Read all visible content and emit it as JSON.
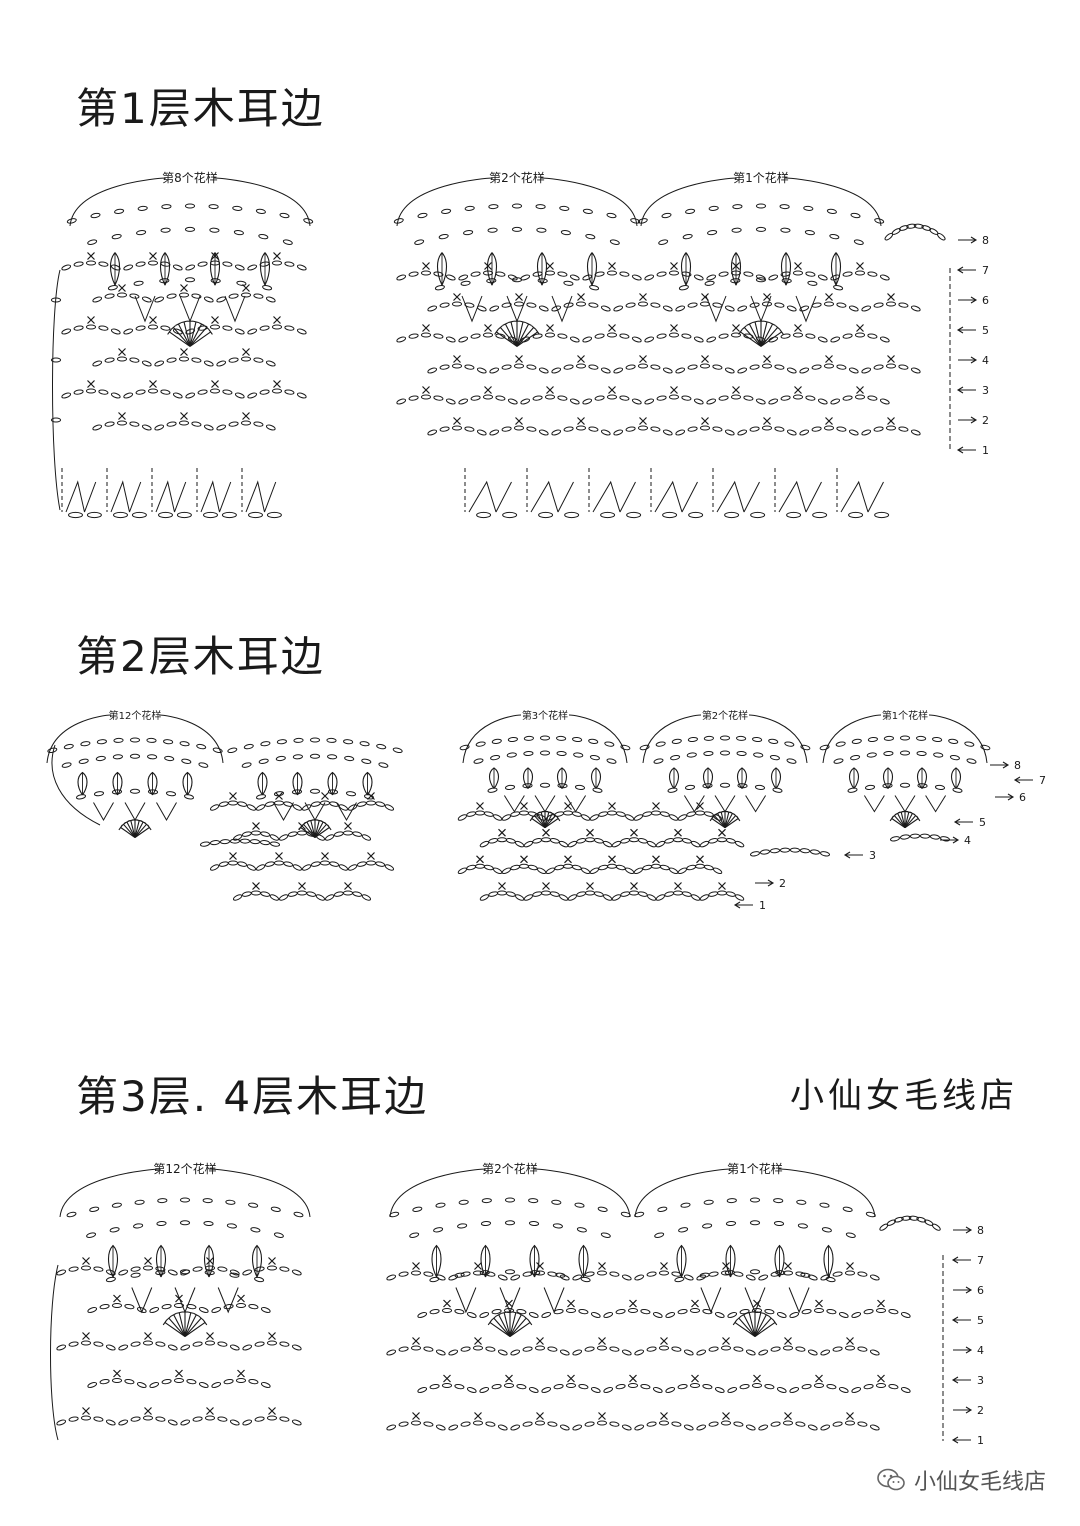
{
  "sections": [
    {
      "title": "第1层木耳边",
      "left_label": "第8个花样",
      "right_labels": [
        "第2个花样",
        "第1个花样"
      ],
      "row_numbers": [
        "8",
        "7",
        "6",
        "5",
        "4",
        "3",
        "2",
        "1"
      ]
    },
    {
      "title": "第2层木耳边",
      "left_label": "第12个花样",
      "right_labels": [
        "第3个花样",
        "第2个花样",
        "第1个花样"
      ],
      "row_numbers": [
        "8",
        "7",
        "6",
        "5",
        "4",
        "3",
        "2",
        "1"
      ]
    },
    {
      "title": "第3层. 4层木耳边",
      "left_label": "第12个花样",
      "right_labels": [
        "第2个花样",
        "第1个花样"
      ],
      "row_numbers": [
        "8",
        "7",
        "6",
        "5",
        "4",
        "3",
        "2",
        "1"
      ]
    }
  ],
  "shop_name": "小仙女毛线店",
  "watermark": {
    "icon": "wechat-icon",
    "text": "小仙女毛线店"
  },
  "colors": {
    "ink": "#1a1a1a",
    "background": "#ffffff"
  }
}
